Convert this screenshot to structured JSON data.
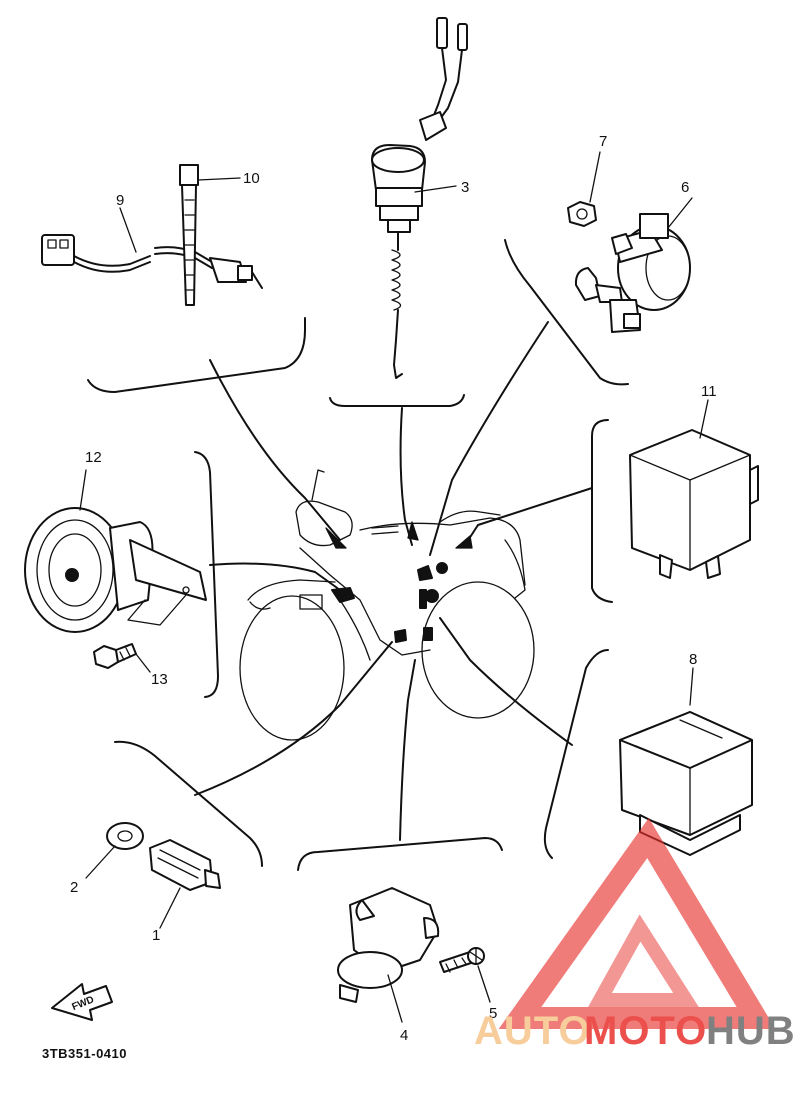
{
  "drawing_code": "3TB351-0410",
  "fwd_label": "FWD",
  "callouts": [
    "1",
    "2",
    "3",
    "4",
    "5",
    "6",
    "7",
    "8",
    "9",
    "10",
    "11",
    "12",
    "13"
  ],
  "watermark": {
    "part1": "AUTO",
    "part2": "MOTO",
    "part3": "HUB",
    "color_light": "#f5c58a",
    "color_red": "#e8322e",
    "color_dark": "#6b6b6b"
  }
}
